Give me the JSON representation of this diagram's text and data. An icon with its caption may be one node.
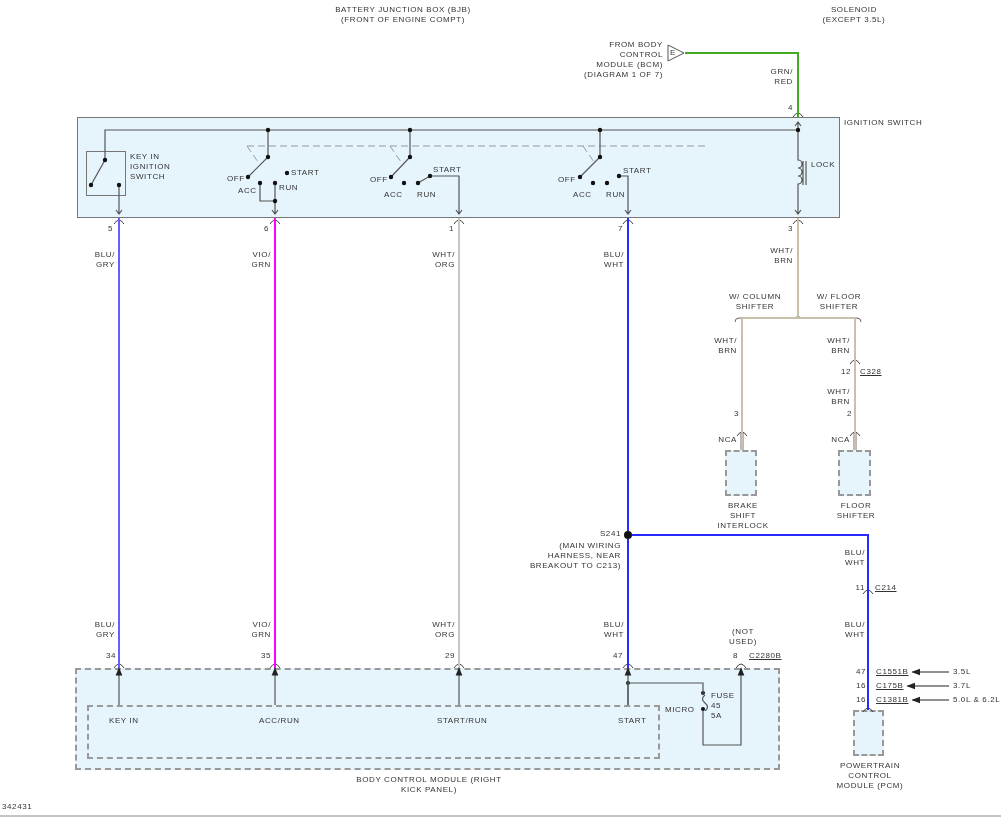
{
  "diagram": {
    "nodes": [
      {
        "text": [
          "IGNITION SWITCH"
        ]
      },
      {
        "text": [
          "KEY IN IGNITION SWITCH"
        ],
        "in": 0
      },
      {
        "text": [
          "E"
        ],
        "beside": [
          "FROM BODY CONTROL MODULE (BCM) (DIAGRAM 1 OF 7)"
        ]
      },
      {
        "text": [
          "BODY CONTROL MODULE (RIGHT KICK PANEL)"
        ]
      },
      {
        "text": [
          "MICRO",
          "KEY IN",
          "ACC/RUN",
          "START/RUN",
          "START"
        ],
        "in": 3
      },
      {
        "text": [
          "BRAKE SHIFT INTERLOCK"
        ]
      },
      {
        "text": [
          "FLOOR SHIFTER"
        ]
      },
      {
        "text": [
          "S241"
        ],
        "beside": [
          "(MAIN WIRING HARNESS, NEAR BREAKOUT TO C213)"
        ]
      },
      {
        "text": [
          "POWERTRAIN CONTROL MODULE (PCM)"
        ]
      },
      {
        "text": [
          "C1551B"
        ]
      },
      {
        "text": [
          "C175B"
        ]
      },
      {
        "text": [
          "C1381B"
        ]
      },
      {
        "text": [
          "3.5L"
        ]
      },
      {
        "text": [
          "3.7L"
        ]
      },
      {
        "text": [
          "5.0L & 6.2L"
        ]
      },
      {
        "text": [
          "FUSE 45 5A"
        ],
        "in": 3
      }
    ],
    "edges": [
      {
        "from": 2,
        "to": 0,
        "arrow": "none",
        "color": "#44aa22"
      },
      {
        "from": 0,
        "to": 3,
        "arrow": "none",
        "color": "#6a5cff"
      },
      {
        "from": 0,
        "to": 3,
        "arrow": "none",
        "color": "#ff00ff"
      },
      {
        "from": 0,
        "to": 3,
        "arrow": "none",
        "color": "#c9c6c0"
      },
      {
        "from": 0,
        "to": 7,
        "arrow": "none",
        "color": "#2a2aff"
      },
      {
        "from": 7,
        "to": 3,
        "arrow": "none",
        "color": "#2a2aff"
      },
      {
        "from": 7,
        "to": 8,
        "arrow": "none",
        "color": "#2a2aff"
      },
      {
        "from": 0,
        "to": 5,
        "arrow": "none",
        "color": "#c8c0a8"
      },
      {
        "from": 0,
        "to": 6,
        "arrow": "none",
        "color": "#c8c0a8"
      },
      {
        "from": 12,
        "to": 9,
        "arrow": "to",
        "color": "#222222"
      },
      {
        "from": 13,
        "to": 10,
        "arrow": "to",
        "color": "#222222"
      },
      {
        "from": 14,
        "to": 11,
        "arrow": "to",
        "color": "#222222"
      },
      {
        "from": 4,
        "to": 3,
        "arrow": "to",
        "color": "#555555"
      },
      {
        "from": 4,
        "to": 3,
        "arrow": "to",
        "color": "#555555"
      },
      {
        "from": 4,
        "to": 3,
        "arrow": "to",
        "color": "#555555"
      },
      {
        "from": 4,
        "to": 3,
        "arrow": "to",
        "color": "#555555"
      },
      {
        "from": 4,
        "to": 15,
        "arrow": "none",
        "color": "#555555"
      },
      {
        "from": 15,
        "to": 3,
        "arrow": "to",
        "color": "#555555"
      }
    ],
    "labels": [
      "BATTERY JUNCTION BOX (BJB) (FRONT OF ENGINE COMPT)",
      "SOLENOID (EXCEPT 3.5L)",
      "GRN/ RED",
      "4",
      "LOCK",
      "OFF",
      "ACC",
      "START",
      "RUN",
      "OFF",
      "ACC",
      "START",
      "RUN",
      "OFF",
      "ACC",
      "START",
      "RUN",
      "5",
      "6",
      "1",
      "7",
      "3",
      "BLU/ GRY",
      "VIO/ GRN",
      "WHT/ ORG",
      "BLU/ WHT",
      "WHT/ BRN",
      "W/ COLUMN SHIFTER",
      "W/ FLOOR SHIFTER",
      "WHT/ BRN",
      "WHT/ BRN",
      "12",
      "C328",
      "WHT/ BRN",
      "3",
      "2",
      "NCA",
      "NCA",
      "BLU/ WHT",
      "11",
      "C214",
      "(NOT USED)",
      "BLU/ GRY",
      "VIO/ GRN",
      "WHT/ ORG",
      "BLU/ WHT",
      "BLU/ WHT",
      "34",
      "35",
      "29",
      "47",
      "8",
      "C2280B",
      "47",
      "16",
      "16",
      "342431"
    ]
  }
}
